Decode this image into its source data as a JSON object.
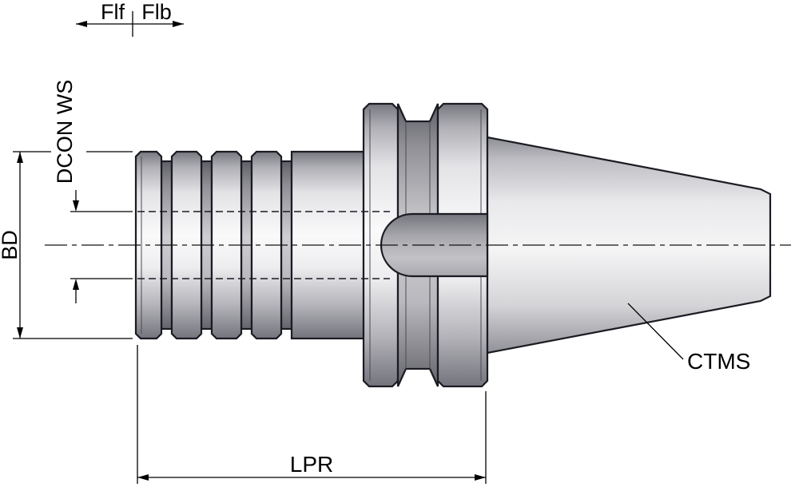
{
  "drawing": {
    "labels": {
      "flf": "Flf",
      "flb": "Flb",
      "dcon_ws": "DCON WS",
      "bd": "BD",
      "lpr": "LPR",
      "ctms": "CTMS"
    },
    "colors": {
      "background": "#ffffff",
      "outline": "#1b1b23",
      "dimension_line": "#000000",
      "metal_light": "#fafafb",
      "metal_mid": "#c9c9ce",
      "metal_dark": "#74747c"
    }
  }
}
